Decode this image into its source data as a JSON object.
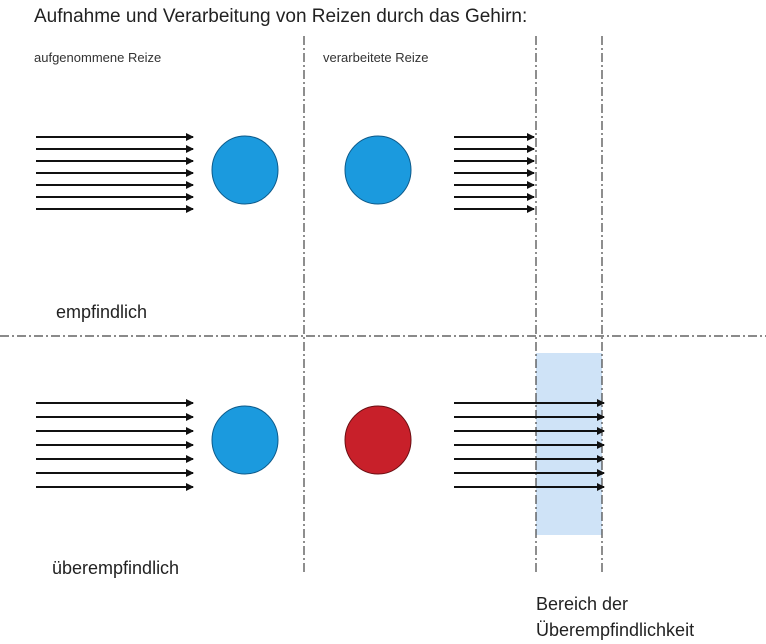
{
  "title": "Aufnahme und Verarbeitung von Reizen durch das Gehirn:",
  "column_labels": {
    "received": "aufgenommene Reize",
    "processed": "verarbeitete Reize"
  },
  "row_labels": {
    "sensitive": "empfindlich",
    "hypersensitive": "überempfindlich"
  },
  "region_label": {
    "line1": "Bereich der",
    "line2": "Überempfindlichkeit"
  },
  "arrows_per_group": 7,
  "colors": {
    "normal_circle": "#1b9ade",
    "hyper_circle": "#c8202a",
    "region_fill": "#cfe3f7",
    "arrow": "#111111"
  }
}
